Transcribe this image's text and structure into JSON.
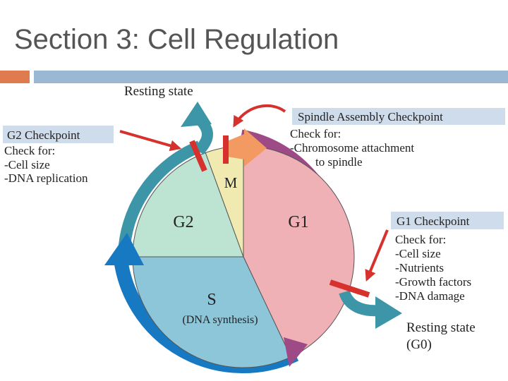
{
  "title": "Section 3: Cell Regulation",
  "colors": {
    "accent_orange": "#e07b4f",
    "accent_blue": "#9ab7d3",
    "phase_g1": "#efb0b6",
    "phase_s": "#8ec6d9",
    "phase_g2": "#bde3d2",
    "phase_m": "#f0eab0",
    "arrow_red": "#d6312c",
    "ring_purple": "#9e4a86",
    "ring_blue": "#1679c2",
    "ring_teal": "#3d96a8",
    "box_fill": "#cfdceb"
  },
  "phases": {
    "m": "M",
    "g1": "G1",
    "g2": "G2",
    "s": "S",
    "s_sub": "(DNA synthesis)"
  },
  "resting_top": "Resting state",
  "resting_right": {
    "line1": "Resting state",
    "line2": "(G0)"
  },
  "checkpoints": {
    "spindle": {
      "title": "Spindle Assembly Checkpoint",
      "lines": [
        "Check for:",
        "-Chromosome attachment",
        "to spindle"
      ]
    },
    "g2": {
      "title": "G2 Checkpoint",
      "lines": [
        "Check for:",
        "-Cell size",
        "-DNA replication"
      ]
    },
    "g1": {
      "title": "G1 Checkpoint",
      "lines": [
        "Check for:",
        "-Cell size",
        "-Nutrients",
        "-Growth factors",
        "-DNA damage"
      ]
    }
  }
}
